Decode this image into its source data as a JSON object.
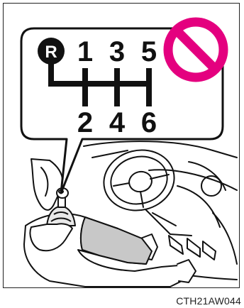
{
  "illustration": {
    "subject": "manual transmission shift pattern with prohibition sign",
    "shift_pattern": {
      "reverse": "R",
      "top_row": [
        "1",
        "3",
        "5"
      ],
      "bottom_row": [
        "2",
        "4",
        "6"
      ]
    },
    "prohibition_color": "#e4007f",
    "line_color": "#111111"
  },
  "figure_code": "CTH21AW044"
}
